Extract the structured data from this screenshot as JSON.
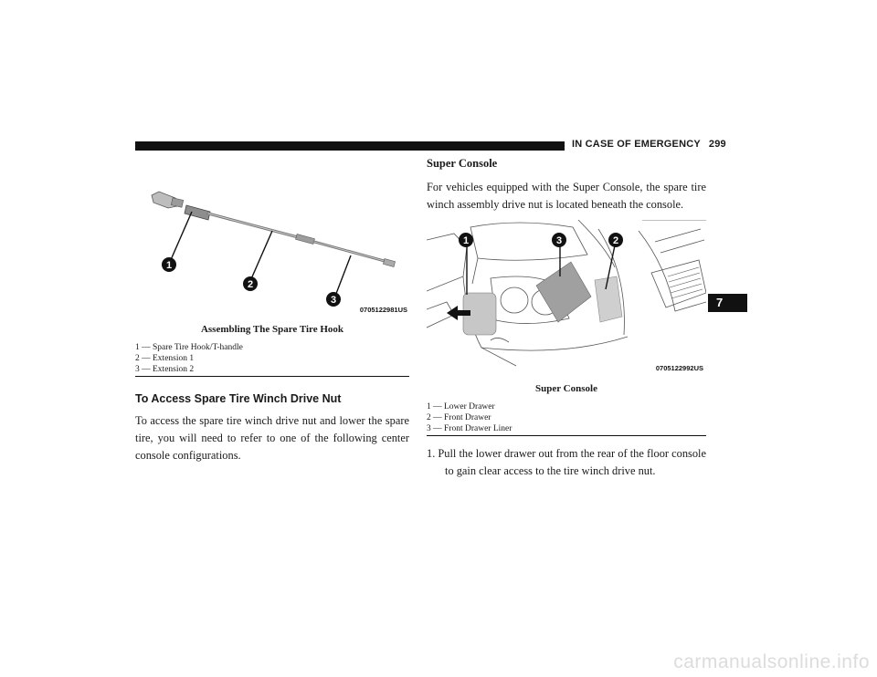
{
  "header": {
    "section": "IN CASE OF EMERGENCY",
    "page_number": "299"
  },
  "chapter_tab": "7",
  "left_column": {
    "figure": {
      "image_code": "0705122981US",
      "callouts": [
        "1",
        "2",
        "3"
      ],
      "caption": "Assembling The Spare Tire Hook",
      "legend": [
        "1 — Spare Tire Hook/T-handle",
        "2 — Extension 1",
        "3 — Extension 2"
      ]
    },
    "heading": "To Access Spare Tire Winch Drive Nut",
    "body": "To access the spare tire winch drive nut and lower the spare tire, you will need to refer to one of the following center console configurations."
  },
  "right_column": {
    "heading": "Super Console",
    "body": "For vehicles equipped with the Super Console, the spare tire winch assembly drive nut is located beneath the console.",
    "figure": {
      "image_code": "0705122992US",
      "callouts": [
        "1",
        "3",
        "2"
      ],
      "caption": "Super Console",
      "legend": [
        "1 — Lower Drawer",
        "2 — Front Drawer",
        "3 — Front Drawer Liner"
      ]
    },
    "steps": [
      "1. Pull the lower drawer out from the rear of the floor console to gain clear access to the tire winch drive nut."
    ]
  },
  "watermark": "carmanualsonline.info",
  "colors": {
    "text": "#1a1a1a",
    "rule": "#111111",
    "tab_bg": "#111111",
    "tab_text": "#ffffff",
    "watermark": "#dcdcdc"
  }
}
